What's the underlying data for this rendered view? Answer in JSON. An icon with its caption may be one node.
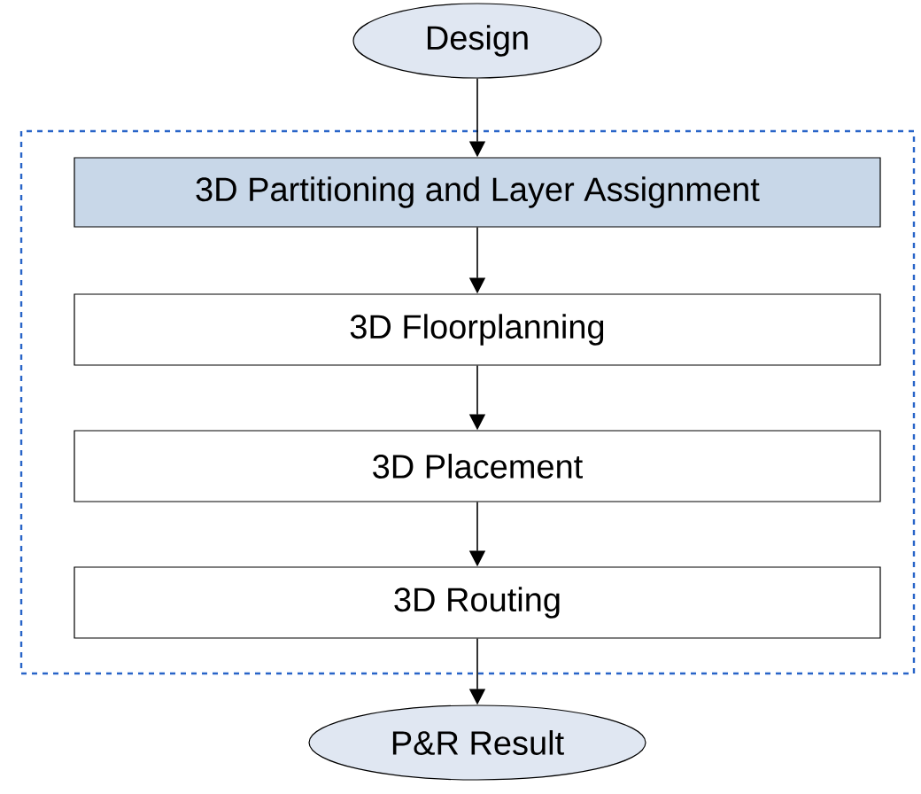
{
  "diagram": {
    "nodes": [
      {
        "text": [
          "Design"
        ]
      },
      {
        "text": [],
        "shape": "box"
      },
      {
        "text": [
          "3D Partitioning and Layer Assignment"
        ],
        "in": 1
      },
      {
        "text": [
          "3D Floorplanning"
        ],
        "in": 1
      },
      {
        "text": [
          "3D Placement"
        ],
        "in": 1
      },
      {
        "text": [
          "3D Routing"
        ],
        "in": 1
      },
      {
        "text": [
          "P&R Result"
        ]
      }
    ],
    "edges": [
      {
        "from": 0,
        "to": 2,
        "arrow": "to"
      },
      {
        "from": 2,
        "to": 3,
        "arrow": "to"
      },
      {
        "from": 3,
        "to": 4,
        "arrow": "to"
      },
      {
        "from": 4,
        "to": 5,
        "arrow": "to"
      },
      {
        "from": 5,
        "to": 6,
        "arrow": "to"
      }
    ]
  }
}
